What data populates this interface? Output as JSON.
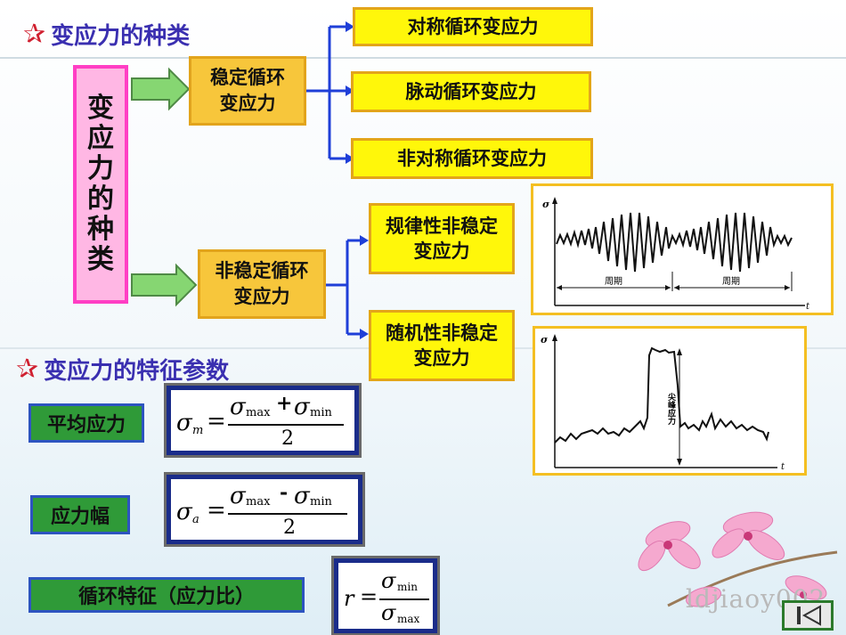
{
  "section1": {
    "title": "变应力的种类"
  },
  "section2": {
    "title": "变应力的特征参数"
  },
  "main_box": {
    "label": "变应力的种类"
  },
  "stable": {
    "label": "稳定循环变应力",
    "children": [
      "对称循环变应力",
      "脉动循环变应力",
      "非对称循环变应力"
    ]
  },
  "unstable": {
    "label": "非稳定循环变应力",
    "regular": "规律性非稳定变应力",
    "random": "随机性非稳定变应力"
  },
  "plot1": {
    "y_label": "σ",
    "x_label": "t",
    "period1": "周期",
    "period2": "周期"
  },
  "plot2": {
    "y_label": "σ",
    "x_label": "t",
    "peak_label": "尖峰应力"
  },
  "params": {
    "mean": {
      "label": "平均应力"
    },
    "amplitude": {
      "label": "应力幅"
    },
    "ratio": {
      "label": "循环特征（应力比）"
    }
  },
  "formulas": {
    "mean": {
      "lhs": "σ",
      "lhs_sub": "m",
      "num_a": "σ",
      "num_a_sub": "max",
      "op": "+",
      "num_b": "σ",
      "num_b_sub": "min",
      "den": "2"
    },
    "amplitude": {
      "lhs": "σ",
      "lhs_sub": "a",
      "num_a": "σ",
      "num_a_sub": "max",
      "op": "-",
      "num_b": "σ",
      "num_b_sub": "min",
      "den": "2"
    },
    "ratio": {
      "lhs": "r",
      "num": "σ",
      "num_sub": "min",
      "den": "σ",
      "den_sub": "max"
    }
  },
  "watermark": "ldjiaoy002",
  "colors": {
    "title": "#3a2fb0",
    "yellow": "#fff70a",
    "orange": "#f7c63b",
    "pink": "#ffb7e4",
    "green": "#2f9a38",
    "formula_border": "#1a2c8a",
    "connector": "#1f3fd8",
    "arrow": "#7fd16a"
  }
}
